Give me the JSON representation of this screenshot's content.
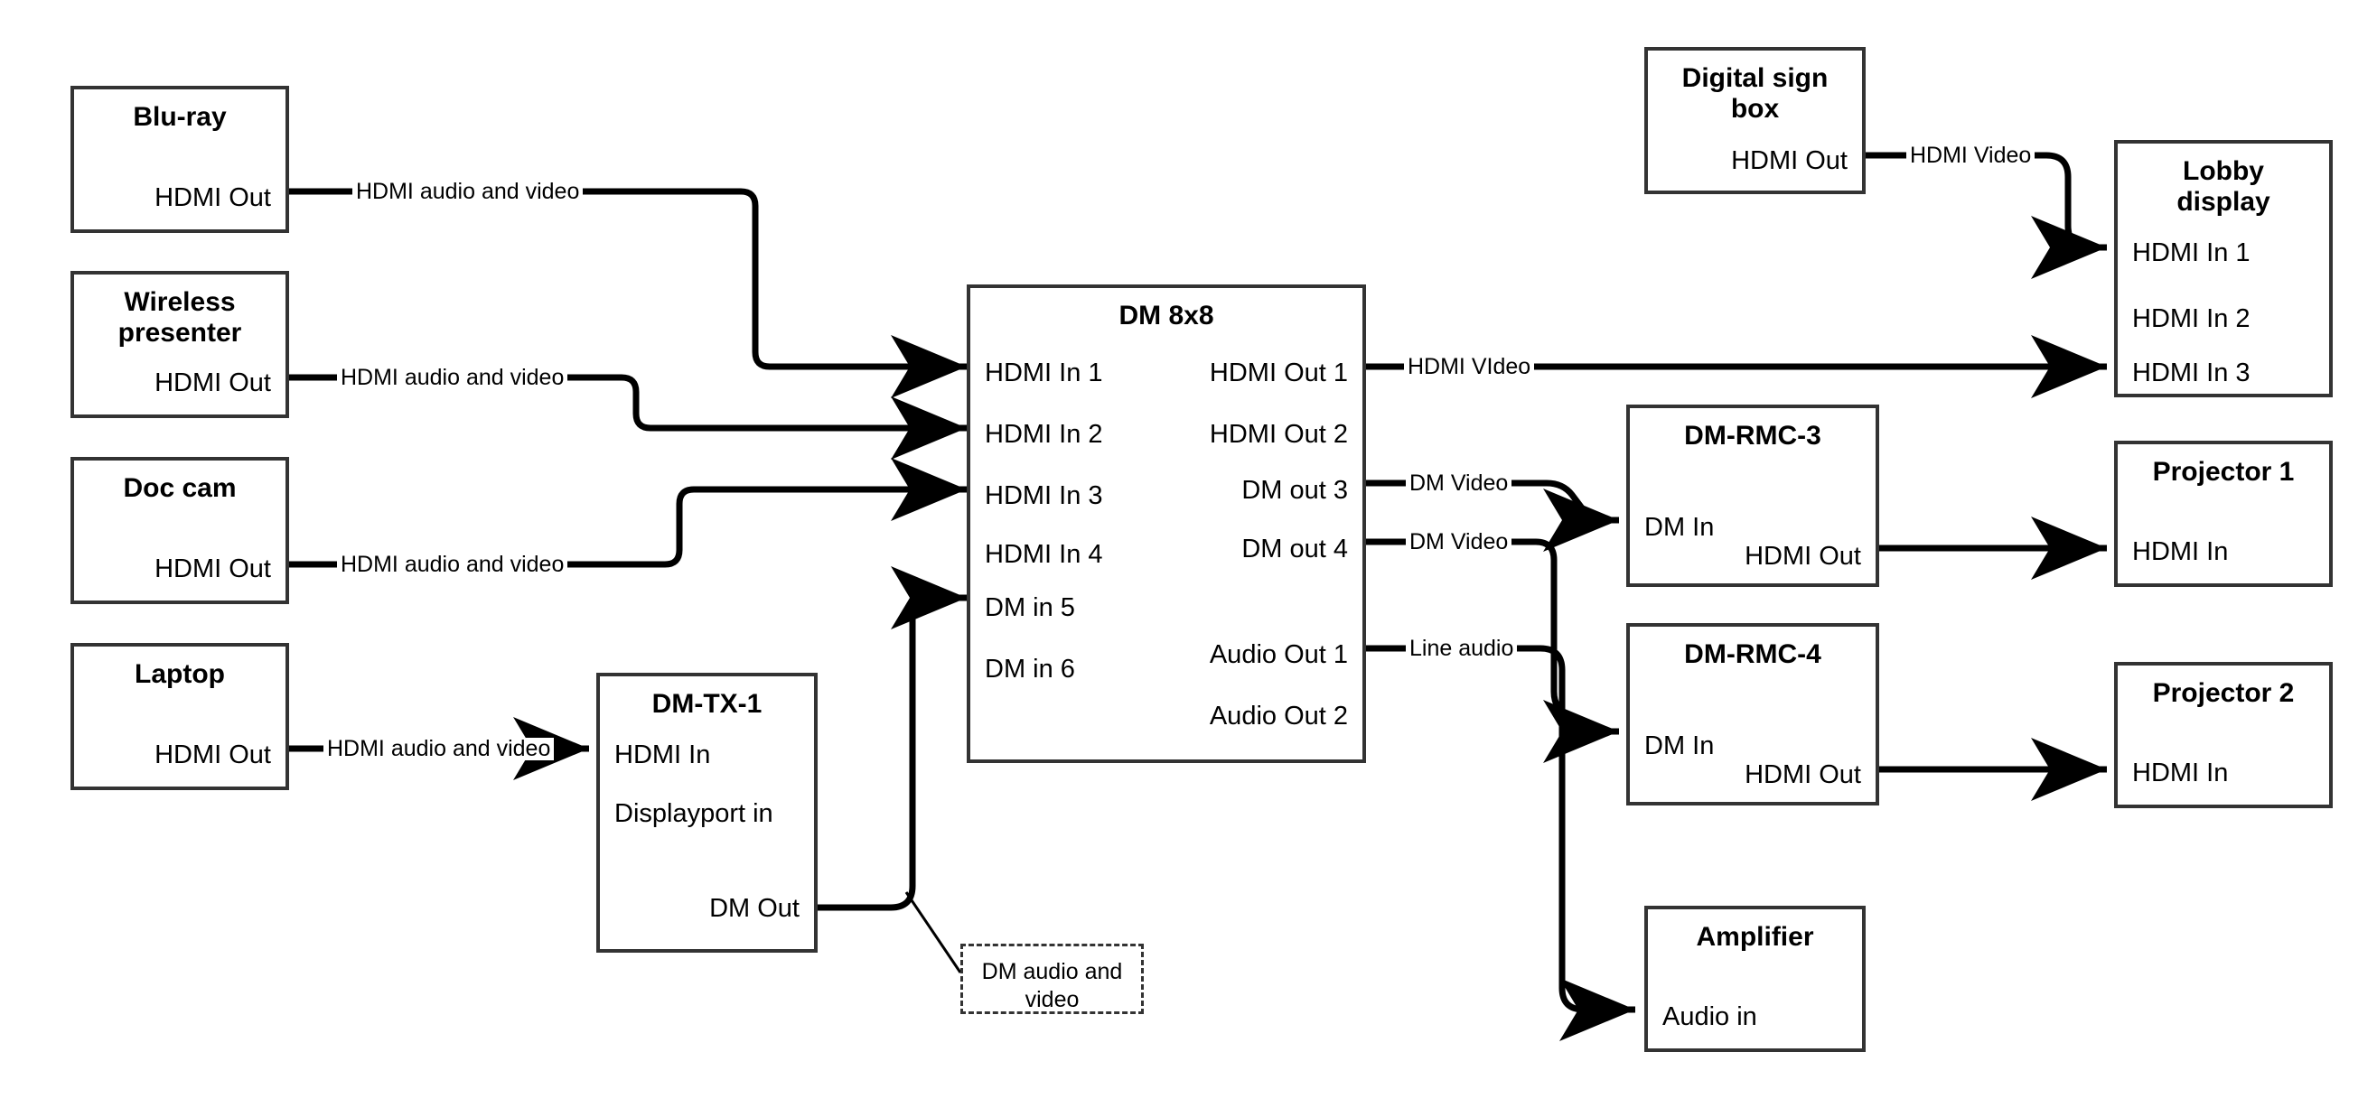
{
  "diagram": {
    "title": "AV signal routing diagram",
    "line_color": "#000000",
    "box_border_color": "#333333",
    "background": "#ffffff"
  },
  "boxes": {
    "bluray": {
      "title": "Blu-ray",
      "ports": {
        "hdmi_out": "HDMI Out"
      }
    },
    "wireless": {
      "title": "Wireless\npresenter",
      "title_line1": "Wireless",
      "title_line2": "presenter",
      "ports": {
        "hdmi_out": "HDMI Out"
      }
    },
    "doccam": {
      "title": "Doc cam",
      "ports": {
        "hdmi_out": "HDMI Out"
      }
    },
    "laptop": {
      "title": "Laptop",
      "ports": {
        "hdmi_out": "HDMI Out"
      }
    },
    "dmtx1": {
      "title": "DM-TX-1",
      "ports": {
        "hdmi_in": "HDMI In",
        "displayport_in": "Displayport in",
        "dm_out": "DM Out"
      }
    },
    "dm8x8": {
      "title": "DM 8x8",
      "inputs": [
        "HDMI In 1",
        "HDMI In 2",
        "HDMI In 3",
        "HDMI In 4",
        "DM in 5",
        "DM in 6"
      ],
      "outputs": [
        "HDMI Out 1",
        "HDMI Out 2",
        "DM out 3",
        "DM out 4",
        "Audio Out 1",
        "Audio Out 2"
      ]
    },
    "digitalsign": {
      "title_line1": "Digital sign",
      "title_line2": "box",
      "ports": {
        "hdmi_out": "HDMI Out"
      }
    },
    "lobby": {
      "title_line1": "Lobby",
      "title_line2": "display",
      "ports": {
        "hdmi_in_1": "HDMI In 1",
        "hdmi_in_2": "HDMI In 2",
        "hdmi_in_3": "HDMI In 3"
      }
    },
    "dmrmc3": {
      "title": "DM-RMC-3",
      "ports": {
        "dm_in": "DM In",
        "hdmi_out": "HDMI Out"
      }
    },
    "dmrmc4": {
      "title": "DM-RMC-4",
      "ports": {
        "dm_in": "DM In",
        "hdmi_out": "HDMI Out"
      }
    },
    "projector1": {
      "title": "Projector 1",
      "ports": {
        "hdmi_in": "HDMI In"
      }
    },
    "projector2": {
      "title": "Projector 2",
      "ports": {
        "hdmi_in": "HDMI In"
      }
    },
    "amplifier": {
      "title": "Amplifier",
      "ports": {
        "audio_in": "Audio in"
      }
    }
  },
  "edge_labels": {
    "bluray_to_dm": "HDMI audio and video",
    "wireless_to_dm": "HDMI audio and video",
    "doccam_to_dm": "HDMI audio and video",
    "laptop_to_dmtx1": "HDMI audio and video",
    "digitalsign_to_lobby": "HDMI Video",
    "hdmiout1_to_lobby": "HDMI VIdeo",
    "dmout3_to_rmc3": "DM Video",
    "dmout4_to_rmc4": "DM Video",
    "audioout1_to_amp": "Line audio"
  },
  "callout": {
    "line1": "DM audio and",
    "line2": "video"
  }
}
